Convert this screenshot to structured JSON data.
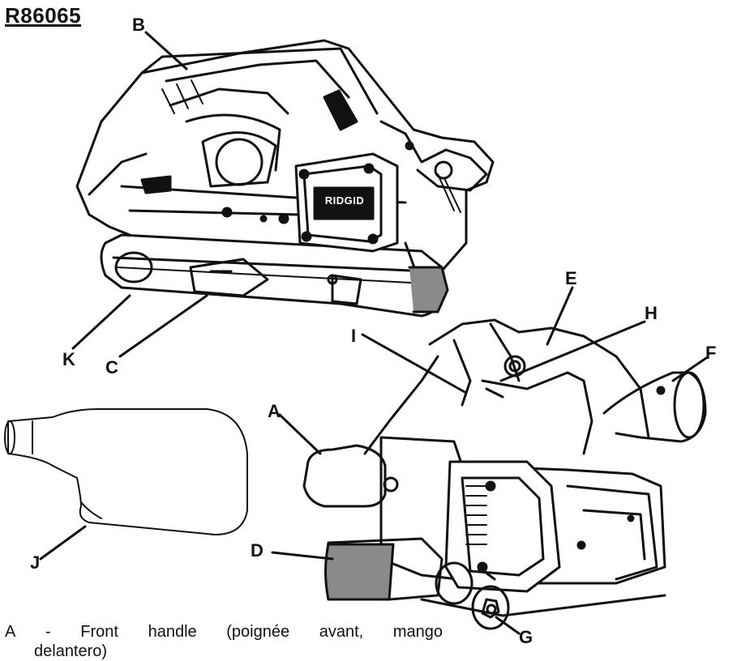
{
  "title": "R86065",
  "labels": {
    "A": "A",
    "B": "B",
    "C": "C",
    "D": "D",
    "E": "E",
    "F": "F",
    "G": "G",
    "H": "H",
    "I": "I",
    "J": "J",
    "K": "K"
  },
  "brand": {
    "logo_text": "RIDGID"
  },
  "legend": [
    {
      "letter": "A",
      "dash": "-",
      "words": [
        "Front",
        "handle",
        "(poignée",
        "avant,",
        "mango"
      ],
      "continuation": "delantero)"
    }
  ]
}
